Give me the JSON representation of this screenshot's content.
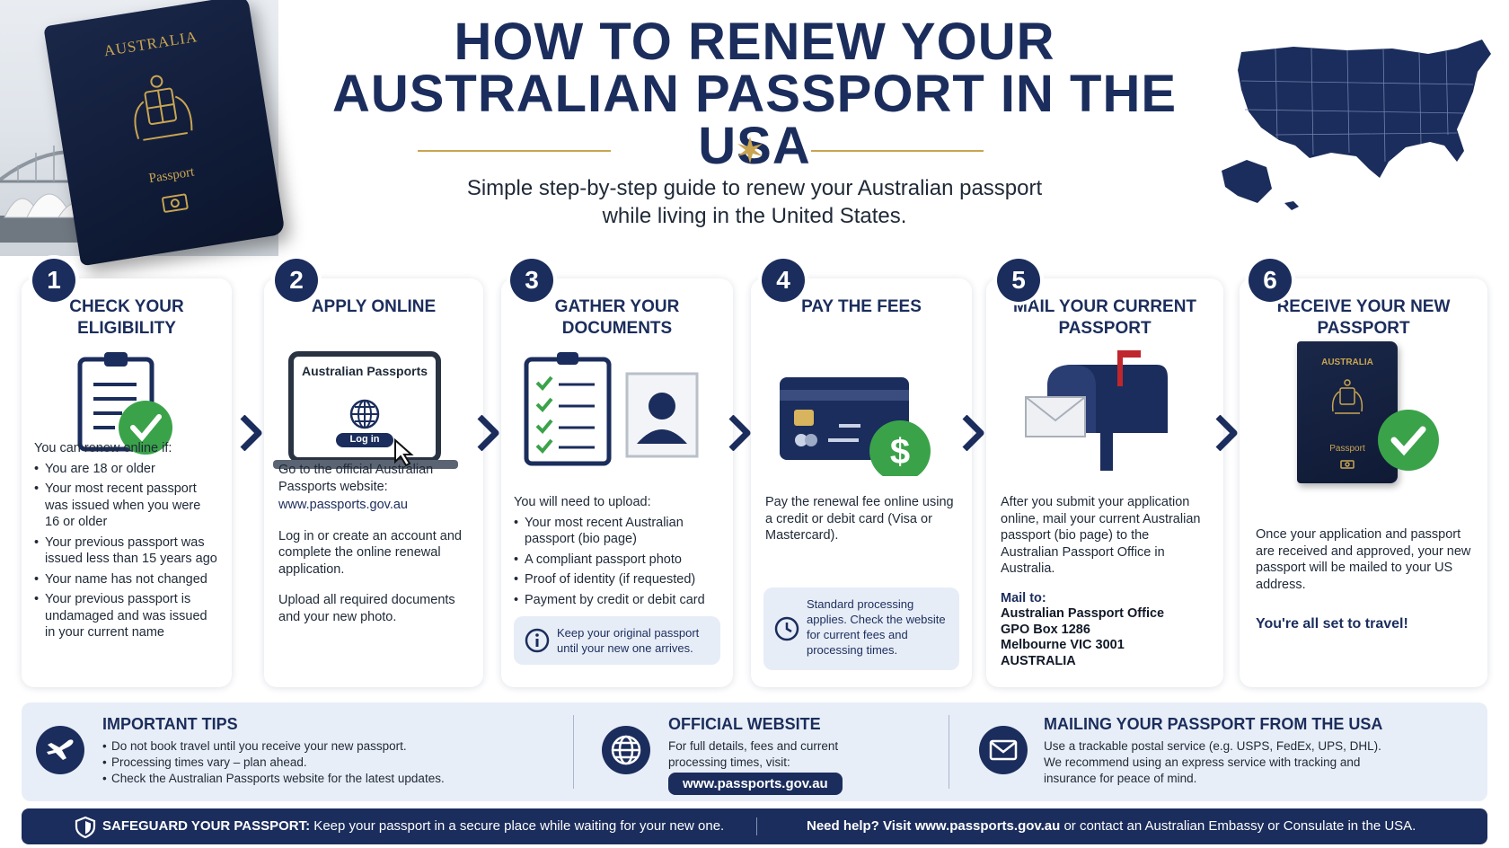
{
  "header": {
    "title_line1": "HOW TO RENEW YOUR",
    "title_line2": "AUSTRALIAN PASSPORT IN THE USA",
    "subtitle_line1": "Simple step-by-step guide to renew your Australian passport",
    "subtitle_line2": "while living in the United States.",
    "passport_country": "AUSTRALIA",
    "passport_word": "Passport"
  },
  "colors": {
    "navy": "#1b2d5c",
    "gold": "#c9a552",
    "green": "#3aa34a",
    "light_panel": "#e8eef7"
  },
  "steps": [
    {
      "number": "1",
      "title": "CHECK YOUR ELIGIBILITY",
      "icon": "clipboard-check-icon",
      "intro": "You can renew online if:",
      "bullets": [
        "You are 18 or older",
        "Your most recent passport was issued when you were 16 or older",
        "Your previous passport was issued less than 15 years ago",
        "Your name has not changed",
        "Your previous passport is undamaged and was issued in your current name"
      ]
    },
    {
      "number": "2",
      "title": "APPLY ONLINE",
      "icon": "laptop-icon",
      "screen_title": "Australian Passports",
      "screen_button": "Log in",
      "para1": "Go to the official Australian Passports website:",
      "link": "www.passports.gov.au",
      "para2": "Log in or create an account and complete the online renewal application.",
      "para3": "Upload all required documents and your new photo."
    },
    {
      "number": "3",
      "title": "GATHER YOUR DOCUMENTS",
      "icon": "checklist-photo-icon",
      "intro": "You will need to upload:",
      "bullets": [
        "Your most recent Australian passport (bio page)",
        "A compliant passport photo",
        "Proof of identity (if requested)",
        "Payment by credit or debit card"
      ],
      "note": "Keep your original passport until your new one arrives."
    },
    {
      "number": "4",
      "title": "PAY THE FEES",
      "icon": "credit-card-dollar-icon",
      "para1": "Pay the renewal fee online using a credit or debit card (Visa or Mastercard).",
      "note": "Standard processing applies. Check the website for current fees and processing times."
    },
    {
      "number": "5",
      "title": "MAIL YOUR CURRENT PASSPORT",
      "icon": "mailbox-icon",
      "para1": "After you submit your application online, mail your current Australian passport (bio page) to the Australian Passport Office in Australia.",
      "mail_to_label": "Mail to:",
      "address": [
        "Australian Passport Office",
        "GPO Box 1286",
        "Melbourne VIC 3001",
        "AUSTRALIA"
      ]
    },
    {
      "number": "6",
      "title": "RECEIVE YOUR NEW PASSPORT",
      "icon": "passport-check-icon",
      "passport_country": "AUSTRALIA",
      "passport_word": "Passport",
      "para1": "Once your application and passport are received and approved, your new passport will be mailed to your US address.",
      "closing": "You're all set to travel!"
    }
  ],
  "tips": {
    "important": {
      "heading": "IMPORTANT TIPS",
      "icon": "airplane-icon",
      "bullets": [
        "Do not book travel until you receive your new passport.",
        "Processing times vary – plan ahead.",
        "Check the Australian Passports website for the latest updates."
      ]
    },
    "website": {
      "heading": "OFFICIAL WEBSITE",
      "icon": "globe-icon",
      "text": "For full details, fees and current processing times, visit:",
      "link": "www.passports.gov.au"
    },
    "mailing": {
      "heading": "MAILING YOUR PASSPORT FROM THE USA",
      "icon": "envelope-icon",
      "text_line1": "Use a trackable postal service (e.g. USPS, FedEx, UPS, DHL).",
      "text_line2": "We recommend using an express service with tracking and",
      "text_line3": "insurance for peace of mind."
    }
  },
  "footer": {
    "safeguard_label": "SAFEGUARD YOUR PASSPORT:",
    "safeguard_text": " Keep your passport in a secure place while waiting for your new one.",
    "help_label": "Need help? Visit ",
    "help_link": "www.passports.gov.au",
    "help_text": " or contact an Australian Embassy or Consulate in the USA."
  }
}
